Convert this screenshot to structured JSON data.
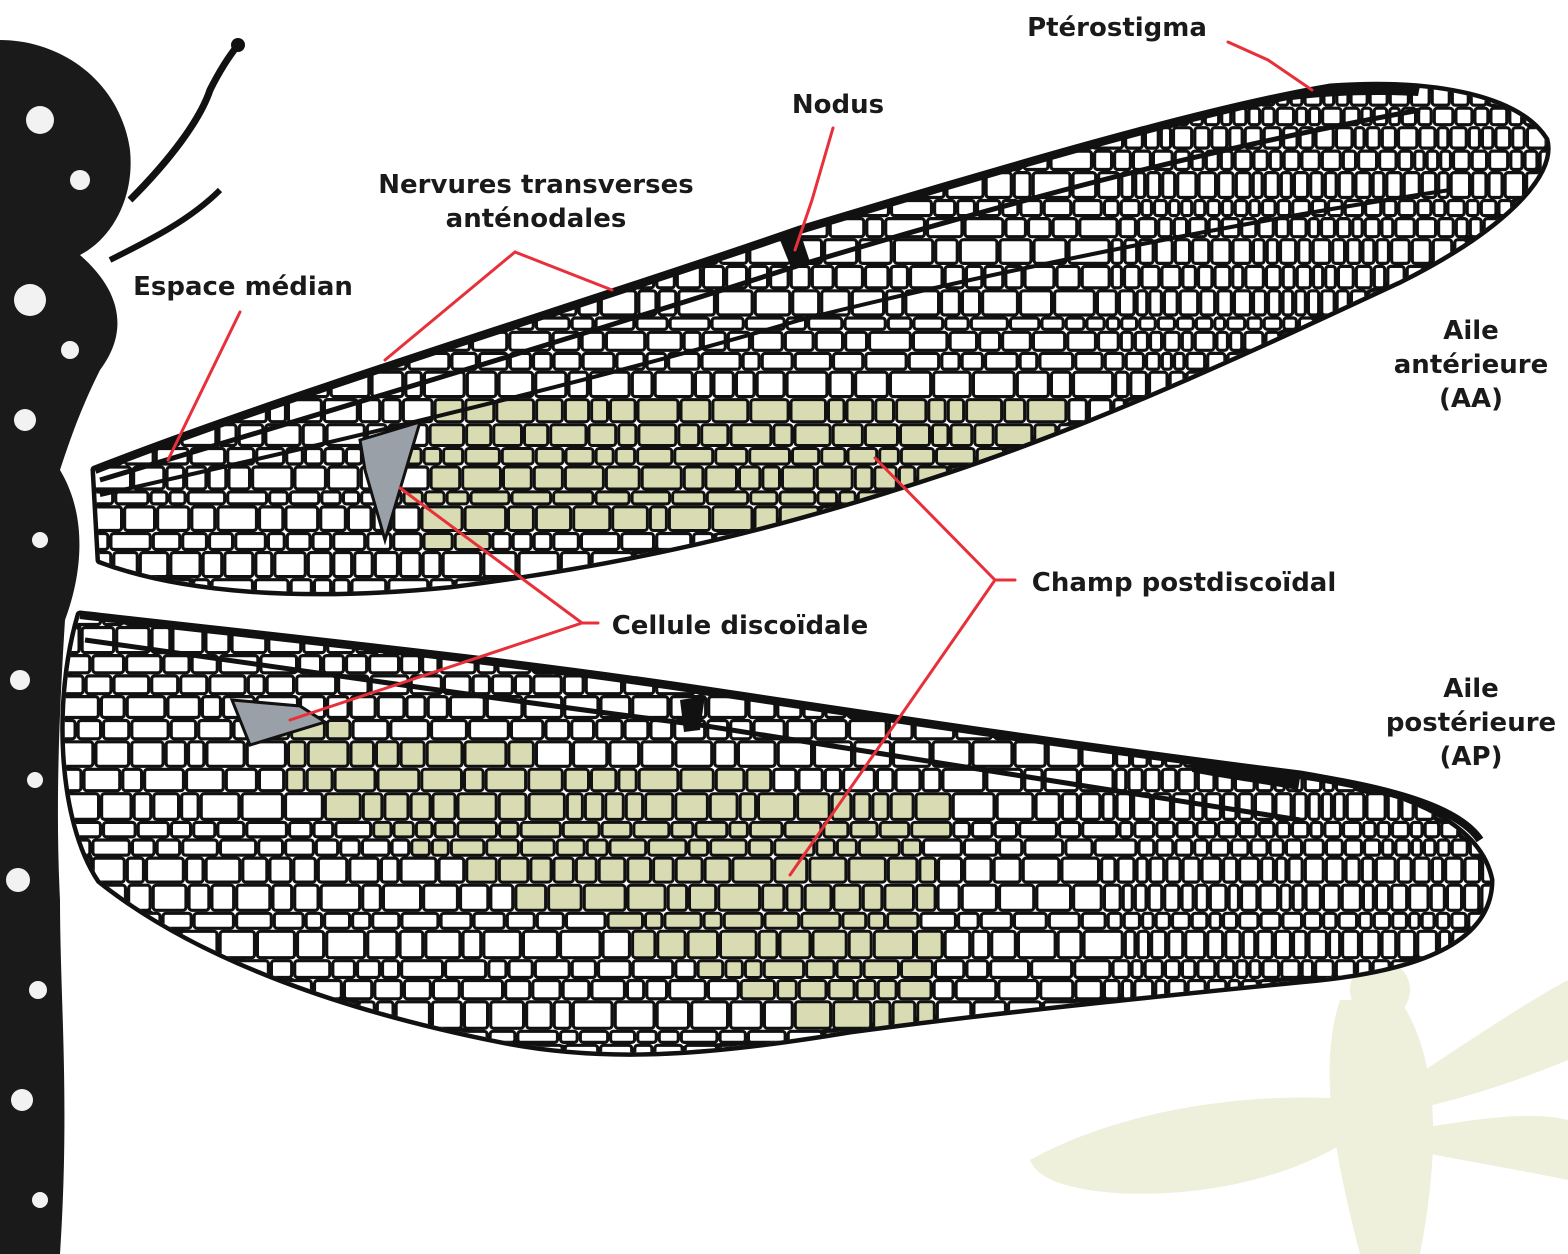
{
  "labels": {
    "pterostigma": "Ptérostigma",
    "nodus": "Nodus",
    "nervures_line1": "Nervures transverses",
    "nervures_line2": "anténodales",
    "espace_median": "Espace médian",
    "aile_anterieure_line1": "Aile",
    "aile_anterieure_line2": "antérieure",
    "aile_anterieure_line3": "(AA)",
    "champ_postdiscoidal": "Champ postdiscoïdal",
    "cellule_discoidale": "Cellule discoïdale",
    "aile_posterieure_line1": "Aile",
    "aile_posterieure_line2": "postérieure",
    "aile_posterieure_line3": "(AP)"
  },
  "colors": {
    "leader_line": "#e8303a",
    "postdiscoidal_field": "#d9dcb3",
    "discoidal_cell": "#9aa0a8",
    "veins": "#111111",
    "watermark": "#eef0dc"
  }
}
